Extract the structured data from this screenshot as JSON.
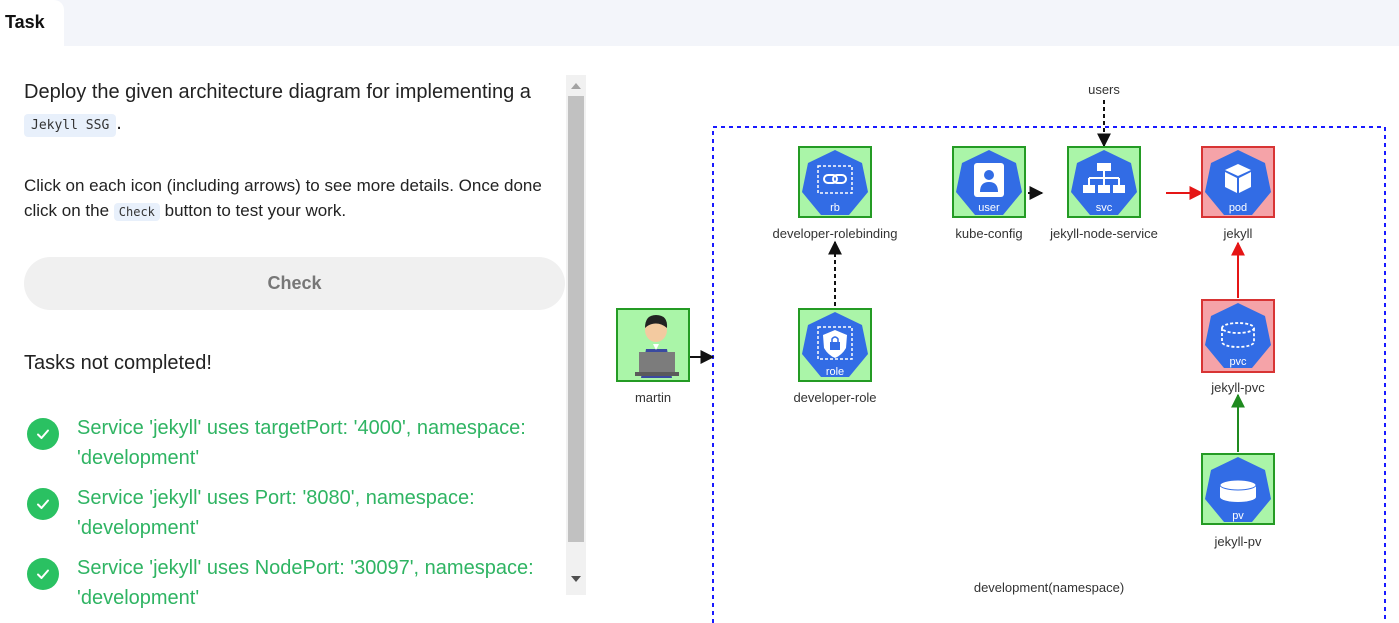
{
  "tab": {
    "label": "Task"
  },
  "task": {
    "intro_before": "Deploy the given architecture diagram for implementing a",
    "intro_code": "Jekyll SSG",
    "intro_after": ".",
    "help_before": "Click on each icon (including arrows) to see more details. Once done click on the",
    "help_code": "Check",
    "help_after": "button to test your work.",
    "check_button": "Check",
    "status": "Tasks not completed!",
    "items": [
      "Service 'jekyll' uses targetPort: '4000', namespace: 'development'",
      "Service 'jekyll' uses Port: '8080', namespace: 'development'",
      "Service 'jekyll' uses NodePort: '30097', namespace: 'development'"
    ]
  },
  "diagram": {
    "users": "users",
    "namespace": "development(namespace)",
    "martin": "martin",
    "rolebinding": {
      "icon": "rb",
      "label": "developer-rolebinding"
    },
    "role": {
      "icon": "role",
      "label": "developer-role"
    },
    "kubeconfig": {
      "icon": "user",
      "label": "kube-config"
    },
    "service": {
      "icon": "svc",
      "label": "jekyll-node-service"
    },
    "pod": {
      "icon": "pod",
      "label": "jekyll"
    },
    "pvc": {
      "icon": "pvc",
      "label": "jekyll-pvc"
    },
    "pv": {
      "icon": "pv",
      "label": "jekyll-pv"
    }
  },
  "colors": {
    "success": "#2ac162",
    "k8s_blue": "#326ce5",
    "ok_bg": "#aaf5a8",
    "err_bg": "#f5a3a8",
    "ok_border": "#249b24",
    "err_border": "#d83434"
  }
}
